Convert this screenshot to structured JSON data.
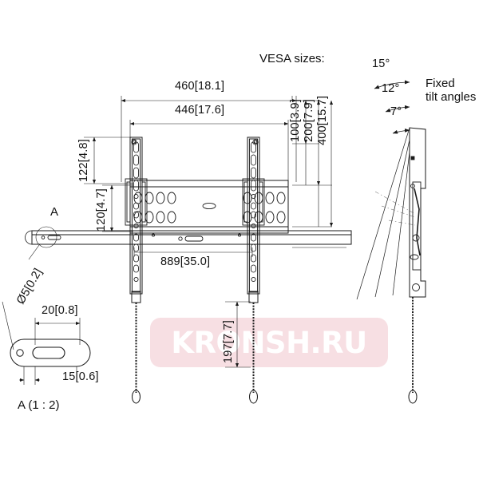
{
  "drawing": {
    "title_vesa": "VESA sizes:",
    "title_tilt_line1": "Fixed",
    "title_tilt_line2": "tilt angles",
    "detail_callout": "A",
    "detail_title": "A (1 : 2)"
  },
  "dimensions": {
    "width_outer": "460[18.1]",
    "width_inner": "446[17.6]",
    "left_upper": "122[4.8]",
    "left_lower": "120[4.7]",
    "bottom_width": "889[35.0]",
    "cord_length": "197[7.7]",
    "vesa_100": "100[3.9]",
    "vesa_200": "200[7.9]",
    "vesa_400": "400[15.7]"
  },
  "tilt_angles": {
    "a15": "15°",
    "a12": "12°",
    "a7": "7°"
  },
  "detail_a": {
    "hole_dia": "Ø5[0.2]",
    "slot_length": "20[0.8]",
    "slot_width": "15[0.6]"
  },
  "watermark": {
    "text": "KRONSH.RU",
    "bg_color": "#f7dfe3",
    "text_color": "#ffffff"
  },
  "colors": {
    "line": "#1a1a1a",
    "thin": "#555555",
    "paper": "#ffffff"
  }
}
